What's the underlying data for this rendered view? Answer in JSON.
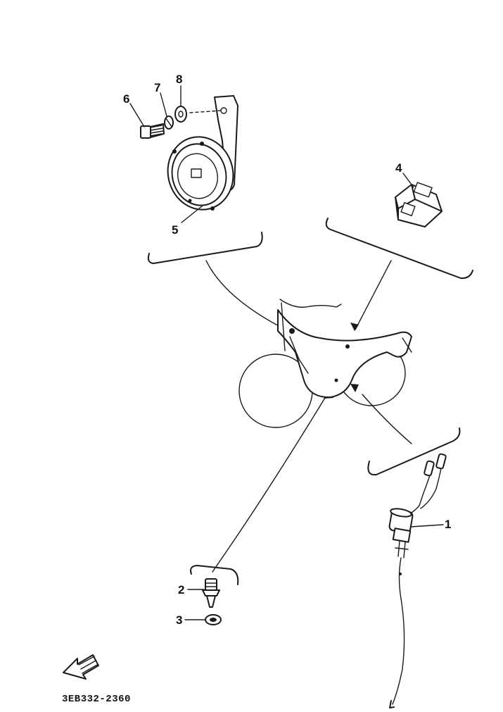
{
  "callouts": {
    "c1": "1",
    "c2": "2",
    "c3": "3",
    "c4": "4",
    "c5": "5",
    "c6": "6",
    "c7": "7",
    "c8": "8"
  },
  "drawing_code": "3EB332-2360",
  "icons": {
    "front_arrow": "front-direction-arrow-icon"
  }
}
